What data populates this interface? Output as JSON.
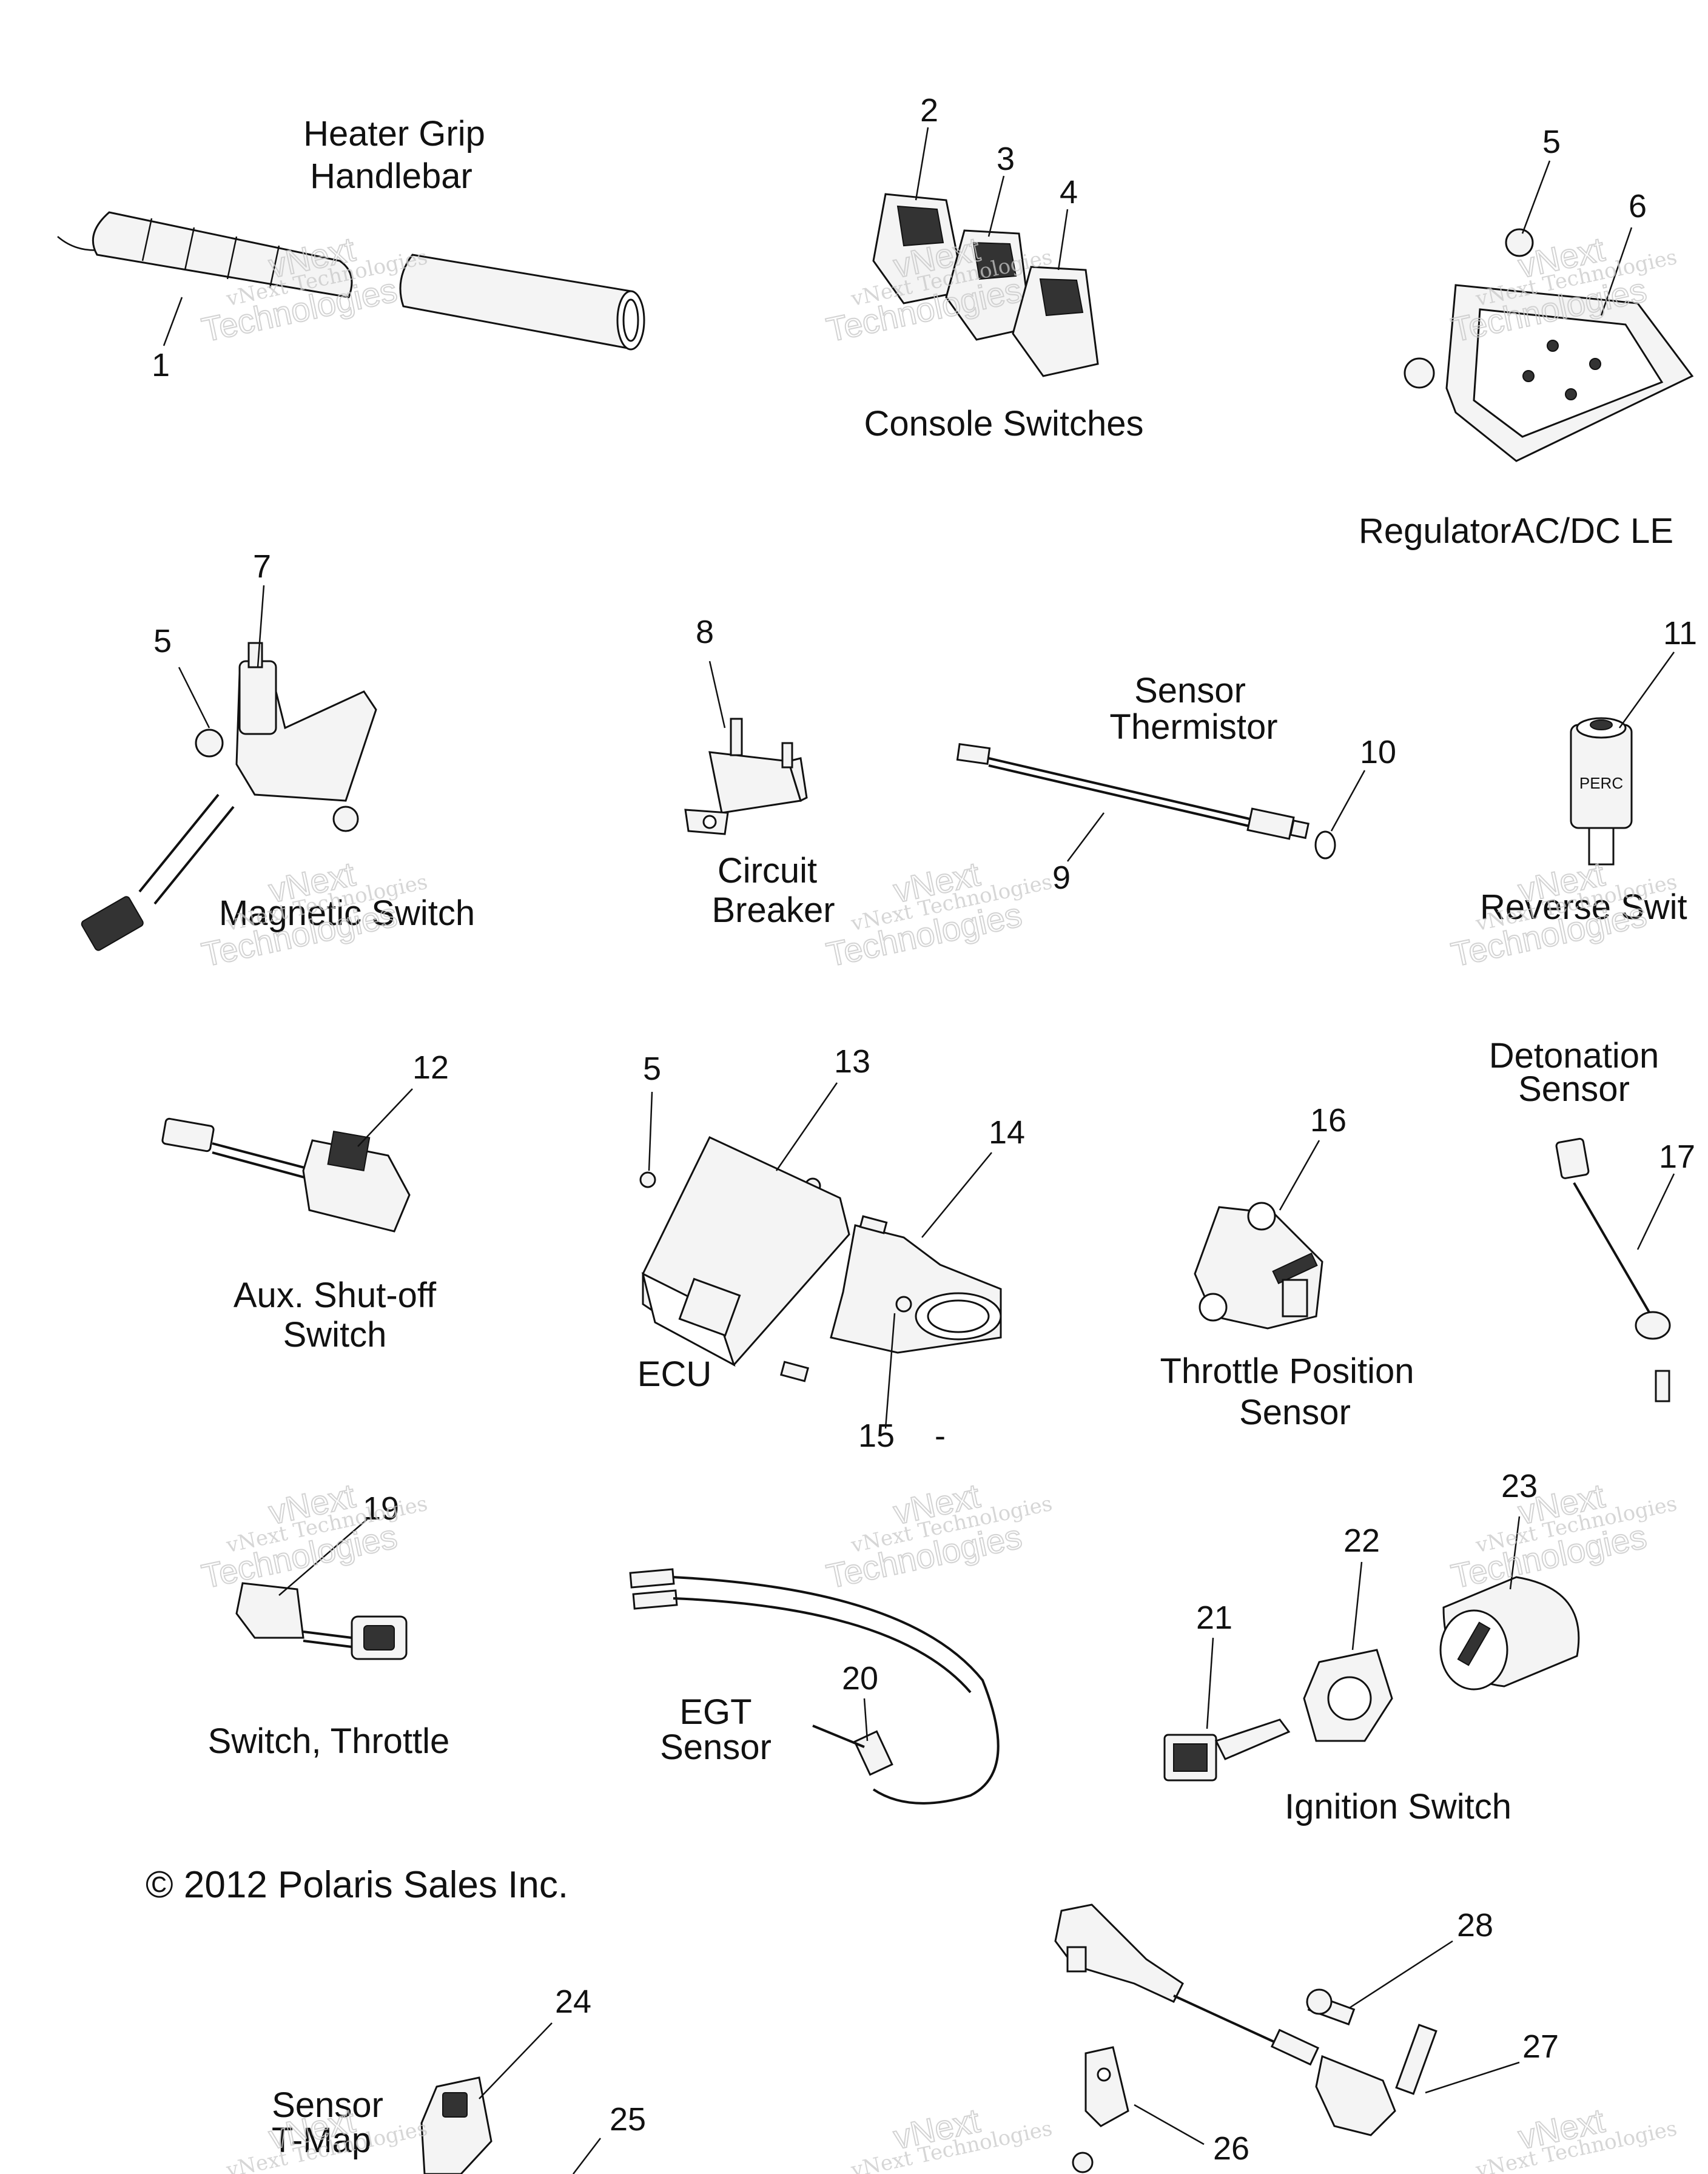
{
  "copyright": "© 2012 Polaris Sales Inc.",
  "watermark": {
    "line1": "vNext Technologies",
    "line2": "vNext",
    "line3": "Technologies"
  },
  "labels": {
    "heater_grip": "Heater Grip",
    "handlebar": "Handlebar",
    "console_switches": "Console Switches",
    "regulator": "RegulatorAC/DC LE",
    "magnetic_switch": "Magnetic Switch",
    "circuit": "Circuit",
    "breaker": "Breaker",
    "sensor_thermistor_1": "Sensor",
    "sensor_thermistor_2": "Thermistor",
    "reverse_switch": "Reverse Swit",
    "perc": "PERC",
    "detonation_1": "Detonation",
    "detonation_2": "Sensor",
    "aux_1": "Aux. Shut-off",
    "aux_2": "Switch",
    "ecu": "ECU",
    "tps_1": "Throttle Position",
    "tps_2": "Sensor",
    "switch_throttle": "Switch, Throttle",
    "egt_1": "EGT",
    "egt_2": "Sensor",
    "ignition_switch": "Ignition Switch",
    "tmap_1": "Sensor",
    "tmap_2": "T-Map",
    "dash": "-"
  },
  "callouts": {
    "n1": "1",
    "n2": "2",
    "n3": "3",
    "n4": "4",
    "n5a": "5",
    "n6": "6",
    "n7": "7",
    "n5b": "5",
    "n8": "8",
    "n9": "9",
    "n10": "10",
    "n11": "11",
    "n12": "12",
    "n5c": "5",
    "n13": "13",
    "n14": "14",
    "n15": "15",
    "n16": "16",
    "n17": "17",
    "n19": "19",
    "n20": "20",
    "n21": "21",
    "n22": "22",
    "n23": "23",
    "n24": "24",
    "n25": "25",
    "n26": "26",
    "n27": "27",
    "n28": "28"
  }
}
